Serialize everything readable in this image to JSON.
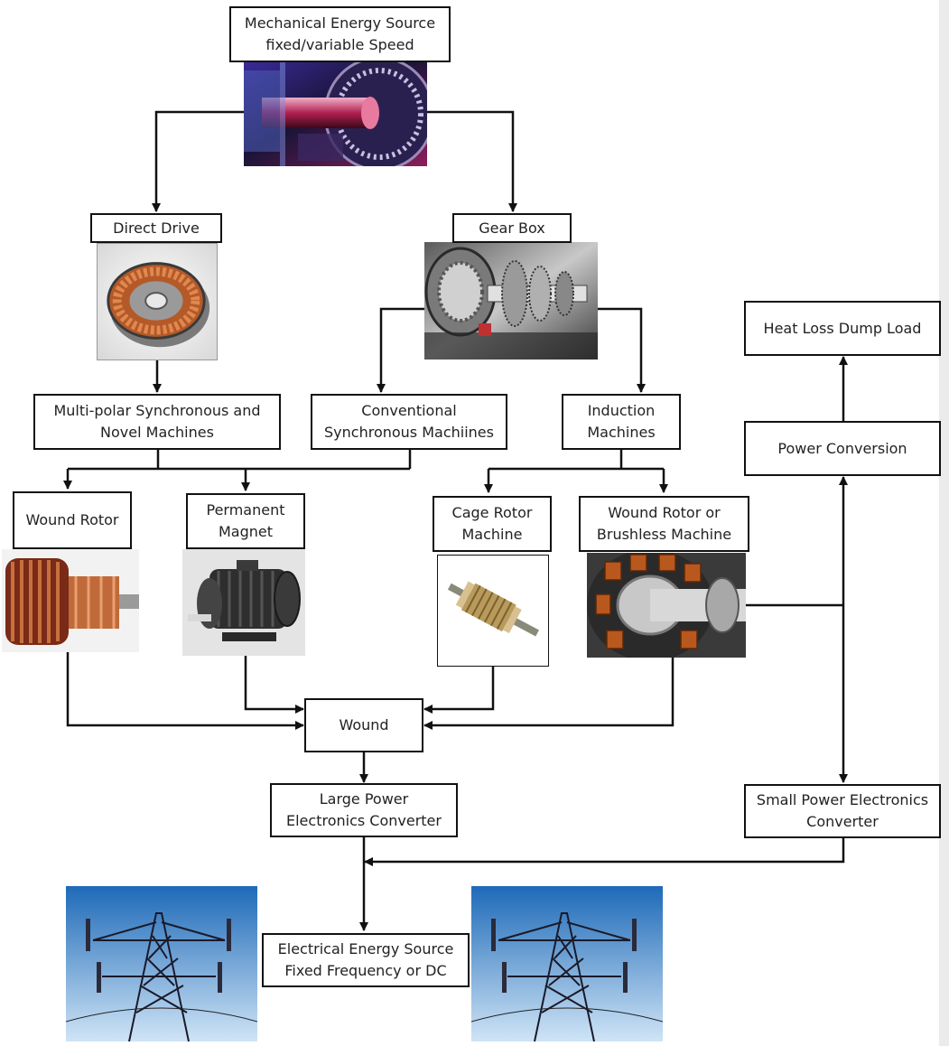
{
  "diagram": {
    "nodes": {
      "mechanical_source": "Mechanical Energy Source\nfixed/variable Speed",
      "direct_drive": "Direct Drive",
      "gear_box": "Gear Box",
      "multipolar": "Multi-polar Synchronous and\nNovel Machines",
      "conventional": "Conventional\nSynchronous Machiines",
      "induction": "Induction\nMachines",
      "wound_rotor": "Wound Rotor",
      "permanent_magnet": "Permanent\nMagnet",
      "cage_rotor": "Cage Rotor\nMachine",
      "wound_brushless": "Wound Rotor or\nBrushless Machine",
      "wound": "Wound",
      "large_pe": "Large Power\nElectronics Converter",
      "small_pe": "Small Power Electronics\nConverter",
      "power_conversion": "Power Conversion",
      "heat_loss": "Heat Loss Dump Load",
      "electrical_source": "Electrical Energy Source\nFixed Frequency or DC"
    },
    "colors": {
      "line": "#111111",
      "box_border": "#111111",
      "text": "#222222"
    }
  }
}
